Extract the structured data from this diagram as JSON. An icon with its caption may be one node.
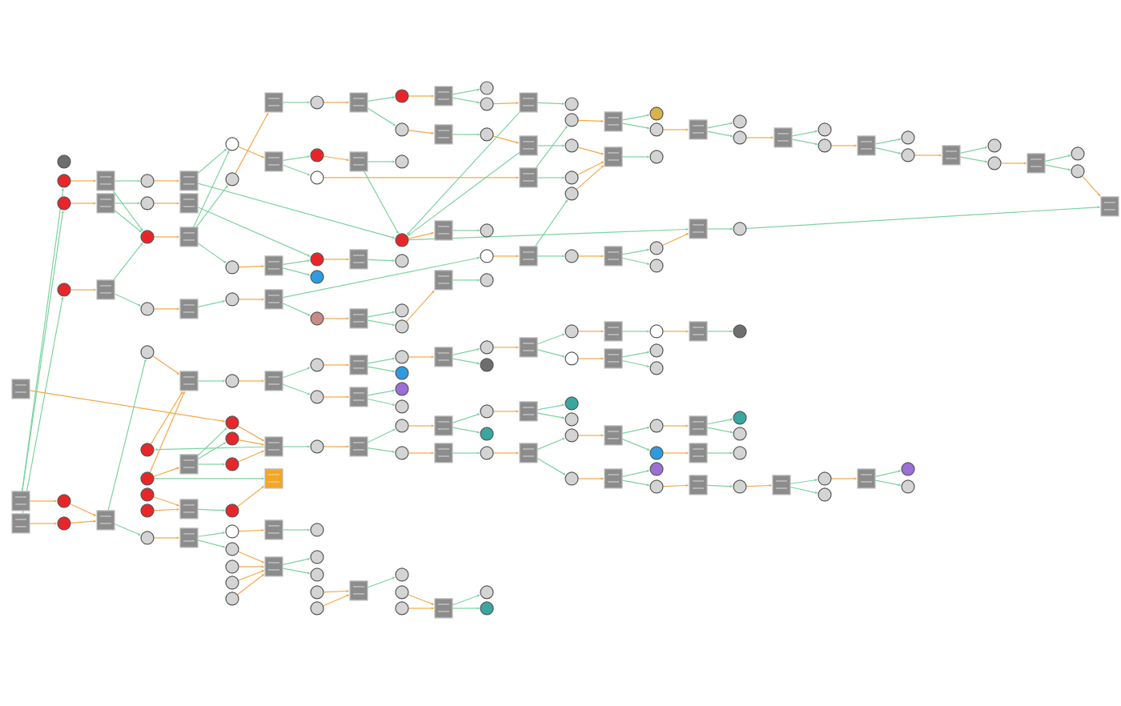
{
  "diagram": {
    "nodes": [
      {
        "text": [],
        "shape": "box"
      },
      {
        "text": [],
        "shape": "box"
      },
      {
        "text": [],
        "shape": "box"
      },
      {
        "text": [],
        "shape": "circle"
      },
      {
        "text": [],
        "shape": "circle"
      },
      {
        "text": [],
        "shape": "circle"
      },
      {
        "text": [],
        "shape": "circle"
      },
      {
        "text": [],
        "shape": "circle"
      },
      {
        "text": [],
        "shape": "circle"
      },
      {
        "text": [],
        "shape": "box"
      },
      {
        "text": [],
        "shape": "box"
      },
      {
        "text": [],
        "shape": "box"
      },
      {
        "text": [],
        "shape": "box"
      },
      {
        "text": [],
        "shape": "circle"
      },
      {
        "text": [],
        "shape": "circle"
      },
      {
        "text": [],
        "shape": "circle"
      },
      {
        "text": [],
        "shape": "circle"
      },
      {
        "text": [],
        "shape": "circle"
      },
      {
        "text": [],
        "shape": "circle"
      },
      {
        "text": [],
        "shape": "circle"
      },
      {
        "text": [],
        "shape": "circle"
      },
      {
        "text": [],
        "shape": "circle"
      },
      {
        "text": [],
        "shape": "circle"
      },
      {
        "text": [],
        "shape": "box"
      },
      {
        "text": [],
        "shape": "box"
      },
      {
        "text": [],
        "shape": "box"
      },
      {
        "text": [],
        "shape": "box"
      },
      {
        "text": [],
        "shape": "box"
      },
      {
        "text": [],
        "shape": "box"
      },
      {
        "text": [],
        "shape": "box"
      },
      {
        "text": [],
        "shape": "box"
      },
      {
        "text": [],
        "shape": "circle"
      },
      {
        "text": [],
        "shape": "circle"
      },
      {
        "text": [],
        "shape": "circle"
      },
      {
        "text": [],
        "shape": "circle"
      },
      {
        "text": [],
        "shape": "circle"
      },
      {
        "text": [],
        "shape": "circle"
      },
      {
        "text": [],
        "shape": "circle"
      },
      {
        "text": [],
        "shape": "circle"
      },
      {
        "text": [],
        "shape": "circle"
      },
      {
        "text": [],
        "shape": "circle"
      },
      {
        "text": [],
        "shape": "circle"
      },
      {
        "text": [],
        "shape": "circle"
      },
      {
        "text": [],
        "shape": "circle"
      },
      {
        "text": [],
        "shape": "circle"
      },
      {
        "text": [],
        "shape": "box"
      },
      {
        "text": [],
        "shape": "box"
      },
      {
        "text": [],
        "shape": "box"
      },
      {
        "text": [],
        "shape": "box"
      },
      {
        "text": [],
        "shape": "box"
      },
      {
        "text": [],
        "shape": "box"
      },
      {
        "text": [],
        "shape": "box"
      },
      {
        "text": [],
        "shape": "box"
      },
      {
        "text": [],
        "shape": "box"
      },
      {
        "text": [],
        "shape": "circle"
      },
      {
        "text": [],
        "shape": "circle"
      },
      {
        "text": [],
        "shape": "circle"
      },
      {
        "text": [],
        "shape": "circle"
      },
      {
        "text": [],
        "shape": "circle"
      },
      {
        "text": [],
        "shape": "circle"
      },
      {
        "text": [],
        "shape": "circle"
      },
      {
        "text": [],
        "shape": "circle"
      },
      {
        "text": [],
        "shape": "circle"
      },
      {
        "text": [],
        "shape": "circle"
      },
      {
        "text": [],
        "shape": "circle"
      },
      {
        "text": [],
        "shape": "circle"
      },
      {
        "text": [],
        "shape": "circle"
      },
      {
        "text": [],
        "shape": "circle"
      },
      {
        "text": [],
        "shape": "box"
      },
      {
        "text": [],
        "shape": "box"
      },
      {
        "text": [],
        "shape": "box"
      },
      {
        "text": [],
        "shape": "box"
      },
      {
        "text": [],
        "shape": "box"
      },
      {
        "text": [],
        "shape": "box"
      },
      {
        "text": [],
        "shape": "box"
      },
      {
        "text": [],
        "shape": "box"
      },
      {
        "text": [],
        "shape": "circle"
      },
      {
        "text": [],
        "shape": "circle"
      },
      {
        "text": [],
        "shape": "circle"
      },
      {
        "text": [],
        "shape": "circle"
      },
      {
        "text": [],
        "shape": "circle"
      },
      {
        "text": [],
        "shape": "circle"
      },
      {
        "text": [],
        "shape": "circle"
      },
      {
        "text": [],
        "shape": "circle"
      },
      {
        "text": [],
        "shape": "circle"
      },
      {
        "text": [],
        "shape": "circle"
      },
      {
        "text": [],
        "shape": "circle"
      },
      {
        "text": [],
        "shape": "circle"
      },
      {
        "text": [],
        "shape": "circle"
      },
      {
        "text": [],
        "shape": "circle"
      },
      {
        "text": [],
        "shape": "circle"
      },
      {
        "text": [],
        "shape": "circle"
      },
      {
        "text": [],
        "shape": "box"
      },
      {
        "text": [],
        "shape": "box"
      },
      {
        "text": [],
        "shape": "box"
      },
      {
        "text": [],
        "shape": "box"
      },
      {
        "text": [],
        "shape": "box"
      },
      {
        "text": [],
        "shape": "box"
      },
      {
        "text": [],
        "shape": "box"
      },
      {
        "text": [],
        "shape": "box"
      },
      {
        "text": [],
        "shape": "circle"
      },
      {
        "text": [],
        "shape": "circle"
      },
      {
        "text": [],
        "shape": "circle"
      },
      {
        "text": [],
        "shape": "circle"
      },
      {
        "text": [],
        "shape": "circle"
      },
      {
        "text": [],
        "shape": "circle"
      },
      {
        "text": [],
        "shape": "circle"
      },
      {
        "text": [],
        "shape": "circle"
      },
      {
        "text": [],
        "shape": "circle"
      },
      {
        "text": [],
        "shape": "circle"
      },
      {
        "text": [],
        "shape": "circle"
      },
      {
        "text": [],
        "shape": "circle"
      },
      {
        "text": [],
        "shape": "circle"
      },
      {
        "text": [],
        "shape": "box"
      },
      {
        "text": [],
        "shape": "box"
      },
      {
        "text": [],
        "shape": "box"
      },
      {
        "text": [],
        "shape": "box"
      },
      {
        "text": [],
        "shape": "box"
      },
      {
        "text": [],
        "shape": "box"
      },
      {
        "text": [],
        "shape": "box"
      },
      {
        "text": [],
        "shape": "circle"
      },
      {
        "text": [],
        "shape": "circle"
      },
      {
        "text": [],
        "shape": "circle"
      },
      {
        "text": [],
        "shape": "circle"
      },
      {
        "text": [],
        "shape": "circle"
      },
      {
        "text": [],
        "shape": "circle"
      },
      {
        "text": [],
        "shape": "circle"
      },
      {
        "text": [],
        "shape": "circle"
      },
      {
        "text": [],
        "shape": "circle"
      },
      {
        "text": [],
        "shape": "circle"
      },
      {
        "text": [],
        "shape": "circle"
      },
      {
        "text": [],
        "shape": "circle"
      },
      {
        "text": [],
        "shape": "box"
      },
      {
        "text": [],
        "shape": "box"
      },
      {
        "text": [],
        "shape": "box"
      },
      {
        "text": [],
        "shape": "box"
      },
      {
        "text": [],
        "shape": "box"
      },
      {
        "text": [],
        "shape": "box"
      },
      {
        "text": [],
        "shape": "box"
      },
      {
        "text": [],
        "shape": "circle"
      },
      {
        "text": [],
        "shape": "circle"
      },
      {
        "text": [],
        "shape": "circle"
      },
      {
        "text": [],
        "shape": "circle"
      },
      {
        "text": [],
        "shape": "circle"
      },
      {
        "text": [],
        "shape": "circle"
      },
      {
        "text": [],
        "shape": "circle"
      },
      {
        "text": [],
        "shape": "circle"
      },
      {
        "text": [],
        "shape": "circle"
      },
      {
        "text": [],
        "shape": "circle"
      },
      {
        "text": [],
        "shape": "circle"
      },
      {
        "text": [],
        "shape": "circle"
      },
      {
        "text": [],
        "shape": "box"
      },
      {
        "text": [],
        "shape": "box"
      },
      {
        "text": [],
        "shape": "box"
      },
      {
        "text": [],
        "shape": "box"
      },
      {
        "text": [],
        "shape": "box"
      },
      {
        "text": [],
        "shape": "box"
      },
      {
        "text": [],
        "shape": "circle"
      },
      {
        "text": [],
        "shape": "circle"
      },
      {
        "text": [],
        "shape": "circle"
      },
      {
        "text": [],
        "shape": "circle"
      },
      {
        "text": [],
        "shape": "circle"
      },
      {
        "text": [],
        "shape": "circle"
      },
      {
        "text": [],
        "shape": "circle"
      },
      {
        "text": [],
        "shape": "circle"
      },
      {
        "text": [],
        "shape": "box"
      },
      {
        "text": [],
        "shape": "box"
      },
      {
        "text": [],
        "shape": "circle"
      },
      {
        "text": [],
        "shape": "circle"
      },
      {
        "text": [],
        "shape": "circle"
      },
      {
        "text": [],
        "shape": "circle"
      },
      {
        "text": [],
        "shape": "box"
      },
      {
        "text": [],
        "shape": "box"
      },
      {
        "text": [],
        "shape": "circle"
      },
      {
        "text": [],
        "shape": "circle"
      },
      {
        "text": [],
        "shape": "circle"
      },
      {
        "text": [],
        "shape": "circle"
      },
      {
        "text": [],
        "shape": "box"
      },
      {
        "text": [],
        "shape": "circle"
      },
      {
        "text": [],
        "shape": "circle"
      },
      {
        "text": [],
        "shape": "box"
      },
      {
        "text": [],
        "shape": "circle"
      },
      {
        "text": [],
        "shape": "circle"
      },
      {
        "text": [],
        "shape": "box"
      }
    ],
    "edges": [
      {
        "from": 1,
        "to": 7,
        "arrow": "to",
        "color": "#f5a742"
      },
      {
        "from": 2,
        "to": 8,
        "arrow": "to",
        "color": "#f5a742"
      },
      {
        "from": 1,
        "to": 4,
        "arrow": "to"
      },
      {
        "from": 1,
        "to": 5,
        "arrow": "to"
      },
      {
        "from": 2,
        "to": 6,
        "arrow": "to"
      },
      {
        "from": 0,
        "to": 36,
        "arrow": "to",
        "color": "#f5a742"
      },
      {
        "from": 4,
        "to": 9,
        "arrow": "to",
        "color": "#f5a742"
      },
      {
        "from": 5,
        "to": 10,
        "arrow": "to",
        "color": "#f5a742"
      },
      {
        "from": 6,
        "to": 11,
        "arrow": "to",
        "color": "#f5a742"
      },
      {
        "from": 7,
        "to": 12,
        "arrow": "to",
        "color": "#f5a742"
      },
      {
        "from": 8,
        "to": 12,
        "arrow": "to",
        "color": "#f5a742"
      },
      {
        "from": 9,
        "to": 13,
        "arrow": "to"
      },
      {
        "from": 9,
        "to": 15,
        "arrow": "to"
      },
      {
        "from": 10,
        "to": 14,
        "arrow": "to"
      },
      {
        "from": 10,
        "to": 15,
        "arrow": "to"
      },
      {
        "from": 11,
        "to": 15,
        "arrow": "to"
      },
      {
        "from": 11,
        "to": 16,
        "arrow": "to"
      },
      {
        "from": 12,
        "to": 17,
        "arrow": "to"
      },
      {
        "from": 12,
        "to": 22,
        "arrow": "to"
      },
      {
        "from": 13,
        "to": 23,
        "arrow": "to",
        "color": "#f5a742"
      },
      {
        "from": 14,
        "to": 24,
        "arrow": "to",
        "color": "#f5a742"
      },
      {
        "from": 15,
        "to": 25,
        "arrow": "to",
        "color": "#f5a742"
      },
      {
        "from": 16,
        "to": 26,
        "arrow": "to",
        "color": "#f5a742"
      },
      {
        "from": 17,
        "to": 27,
        "arrow": "to",
        "color": "#f5a742"
      },
      {
        "from": 22,
        "to": 30,
        "arrow": "to",
        "color": "#f5a742"
      },
      {
        "from": 18,
        "to": 27,
        "arrow": "to",
        "color": "#f5a742"
      },
      {
        "from": 19,
        "to": 27,
        "arrow": "to",
        "color": "#f5a742"
      },
      {
        "from": 19,
        "to": 28,
        "arrow": "to",
        "color": "#f5a742"
      },
      {
        "from": 21,
        "to": 29,
        "arrow": "to",
        "color": "#f5a742"
      },
      {
        "from": 20,
        "to": 29,
        "arrow": "to",
        "color": "#f5a742"
      },
      {
        "from": 50,
        "to": 18,
        "arrow": "to"
      },
      {
        "from": 19,
        "to": 51,
        "arrow": "to"
      },
      {
        "from": 29,
        "to": 39,
        "arrow": "to"
      },
      {
        "from": 39,
        "to": 51,
        "arrow": "to",
        "color": "#f5a742"
      },
      {
        "from": 36,
        "to": 50,
        "arrow": "to",
        "color": "#f5a742"
      },
      {
        "from": 37,
        "to": 50,
        "arrow": "to",
        "color": "#f5a742"
      },
      {
        "from": 38,
        "to": 50,
        "arrow": "to",
        "color": "#f5a742"
      },
      {
        "from": 28,
        "to": 36,
        "arrow": "to"
      },
      {
        "from": 28,
        "to": 37,
        "arrow": "to"
      },
      {
        "from": 28,
        "to": 38,
        "arrow": "to"
      },
      {
        "from": 50,
        "to": 62,
        "arrow": "to"
      },
      {
        "from": 62,
        "to": 74,
        "arrow": "to",
        "color": "#f5a742"
      },
      {
        "from": 30,
        "to": 40,
        "arrow": "to"
      },
      {
        "from": 30,
        "to": 41,
        "arrow": "to"
      },
      {
        "from": 40,
        "to": 52,
        "arrow": "to",
        "color": "#f5a742"
      },
      {
        "from": 52,
        "to": 63,
        "arrow": "to"
      },
      {
        "from": 41,
        "to": 53,
        "arrow": "to",
        "color": "#f5a742"
      },
      {
        "from": 42,
        "to": 53,
        "arrow": "to",
        "color": "#f5a742"
      },
      {
        "from": 43,
        "to": 53,
        "arrow": "to",
        "color": "#f5a742"
      },
      {
        "from": 44,
        "to": 53,
        "arrow": "to",
        "color": "#f5a742"
      },
      {
        "from": 53,
        "to": 64,
        "arrow": "to"
      },
      {
        "from": 53,
        "to": 65,
        "arrow": "to"
      },
      {
        "from": 66,
        "to": 75,
        "arrow": "to",
        "color": "#f5a742"
      },
      {
        "from": 67,
        "to": 75,
        "arrow": "to",
        "color": "#f5a742"
      },
      {
        "from": 75,
        "to": 89,
        "arrow": "to"
      },
      {
        "from": 90,
        "to": 99,
        "arrow": "to",
        "color": "#f5a742"
      },
      {
        "from": 91,
        "to": 99,
        "arrow": "to",
        "color": "#f5a742"
      },
      {
        "from": 99,
        "to": 111,
        "arrow": "to"
      },
      {
        "from": 99,
        "to": 112,
        "arrow": "to"
      },
      {
        "from": 27,
        "to": 35,
        "arrow": "to"
      },
      {
        "from": 35,
        "to": 49,
        "arrow": "to",
        "color": "#f5a742"
      },
      {
        "from": 49,
        "to": 60,
        "arrow": "to"
      },
      {
        "from": 49,
        "to": 61,
        "arrow": "to"
      },
      {
        "from": 60,
        "to": 72,
        "arrow": "to",
        "color": "#f5a742"
      },
      {
        "from": 61,
        "to": 73,
        "arrow": "to",
        "color": "#f5a742"
      },
      {
        "from": 72,
        "to": 83,
        "arrow": "to"
      },
      {
        "from": 72,
        "to": 84,
        "arrow": "to"
      },
      {
        "from": 73,
        "to": 85,
        "arrow": "to"
      },
      {
        "from": 73,
        "to": 86,
        "arrow": "to"
      },
      {
        "from": 83,
        "to": 96,
        "arrow": "to",
        "color": "#f5a742"
      },
      {
        "from": 96,
        "to": 106,
        "arrow": "to"
      },
      {
        "from": 96,
        "to": 107,
        "arrow": "to"
      },
      {
        "from": 106,
        "to": 117,
        "arrow": "to",
        "color": "#f5a742"
      },
      {
        "from": 117,
        "to": 126,
        "arrow": "to"
      },
      {
        "from": 117,
        "to": 127,
        "arrow": "to"
      },
      {
        "from": 126,
        "to": 135,
        "arrow": "to",
        "color": "#f5a742"
      },
      {
        "from": 135,
        "to": 144,
        "arrow": "to"
      },
      {
        "from": 144,
        "to": 153,
        "arrow": "to",
        "color": "#f5a742"
      },
      {
        "from": 153,
        "to": 160,
        "arrow": "to"
      },
      {
        "from": 127,
        "to": 136,
        "arrow": "to",
        "color": "#f5a742"
      },
      {
        "from": 136,
        "to": 145,
        "arrow": "to"
      },
      {
        "from": 136,
        "to": 146,
        "arrow": "to"
      },
      {
        "from": 74,
        "to": 87,
        "arrow": "to"
      },
      {
        "from": 74,
        "to": 88,
        "arrow": "to"
      },
      {
        "from": 87,
        "to": 97,
        "arrow": "to",
        "color": "#f5a742"
      },
      {
        "from": 88,
        "to": 98,
        "arrow": "to",
        "color": "#f5a742"
      },
      {
        "from": 97,
        "to": 108,
        "arrow": "to"
      },
      {
        "from": 97,
        "to": 109,
        "arrow": "to"
      },
      {
        "from": 108,
        "to": 118,
        "arrow": "to",
        "color": "#f5a742"
      },
      {
        "from": 118,
        "to": 128,
        "arrow": "to"
      },
      {
        "from": 118,
        "to": 129,
        "arrow": "to"
      },
      {
        "from": 98,
        "to": 110,
        "arrow": "to"
      },
      {
        "from": 110,
        "to": 119,
        "arrow": "to",
        "color": "#f5a742"
      },
      {
        "from": 119,
        "to": 130,
        "arrow": "to"
      },
      {
        "from": 119,
        "to": 131,
        "arrow": "to"
      },
      {
        "from": 130,
        "to": 137,
        "arrow": "to",
        "color": "#f5a742"
      },
      {
        "from": 137,
        "to": 147,
        "arrow": "to"
      },
      {
        "from": 137,
        "to": 148,
        "arrow": "to"
      },
      {
        "from": 147,
        "to": 154,
        "arrow": "to",
        "color": "#f5a742"
      },
      {
        "from": 154,
        "to": 161,
        "arrow": "to"
      },
      {
        "from": 154,
        "to": 162,
        "arrow": "to"
      },
      {
        "from": 148,
        "to": 155,
        "arrow": "to",
        "color": "#f5a742"
      },
      {
        "from": 155,
        "to": 163,
        "arrow": "to"
      },
      {
        "from": 131,
        "to": 138,
        "arrow": "to",
        "color": "#f5a742"
      },
      {
        "from": 138,
        "to": 149,
        "arrow": "to"
      },
      {
        "from": 138,
        "to": 150,
        "arrow": "to"
      },
      {
        "from": 150,
        "to": 156,
        "arrow": "to",
        "color": "#f5a742"
      },
      {
        "from": 156,
        "to": 164,
        "arrow": "to"
      },
      {
        "from": 164,
        "to": 166,
        "arrow": "to",
        "color": "#f5a742"
      },
      {
        "from": 166,
        "to": 169,
        "arrow": "to"
      },
      {
        "from": 166,
        "to": 170,
        "arrow": "to"
      },
      {
        "from": 169,
        "to": 172,
        "arrow": "to",
        "color": "#f5a742"
      },
      {
        "from": 172,
        "to": 175,
        "arrow": "to"
      },
      {
        "from": 172,
        "to": 176,
        "arrow": "to"
      },
      {
        "from": 23,
        "to": 31,
        "arrow": "to"
      },
      {
        "from": 23,
        "to": 79,
        "arrow": "to"
      },
      {
        "from": 24,
        "to": 57,
        "arrow": "to"
      },
      {
        "from": 25,
        "to": 31,
        "arrow": "to"
      },
      {
        "from": 25,
        "to": 32,
        "arrow": "to"
      },
      {
        "from": 25,
        "to": 33,
        "arrow": "to"
      },
      {
        "from": 31,
        "to": 46,
        "arrow": "to",
        "color": "#f5a742"
      },
      {
        "from": 32,
        "to": 45,
        "arrow": "to",
        "color": "#f5a742"
      },
      {
        "from": 33,
        "to": 47,
        "arrow": "to",
        "color": "#f5a742"
      },
      {
        "from": 26,
        "to": 34,
        "arrow": "to"
      },
      {
        "from": 34,
        "to": 48,
        "arrow": "to",
        "color": "#f5a742"
      },
      {
        "from": 45,
        "to": 54,
        "arrow": "to"
      },
      {
        "from": 54,
        "to": 68,
        "arrow": "to",
        "color": "#f5a742"
      },
      {
        "from": 68,
        "to": 76,
        "arrow": "to"
      },
      {
        "from": 68,
        "to": 77,
        "arrow": "to"
      },
      {
        "from": 76,
        "to": 92,
        "arrow": "to",
        "color": "#f5a742"
      },
      {
        "from": 77,
        "to": 93,
        "arrow": "to",
        "color": "#f5a742"
      },
      {
        "from": 92,
        "to": 100,
        "arrow": "to"
      },
      {
        "from": 92,
        "to": 101,
        "arrow": "to"
      },
      {
        "from": 101,
        "to": 113,
        "arrow": "to",
        "color": "#f5a742"
      },
      {
        "from": 113,
        "to": 120,
        "arrow": "to"
      },
      {
        "from": 93,
        "to": 102,
        "arrow": "to"
      },
      {
        "from": 102,
        "to": 114,
        "arrow": "to",
        "color": "#f5a742"
      },
      {
        "from": 114,
        "to": 122,
        "arrow": "to"
      },
      {
        "from": 122,
        "to": 133,
        "arrow": "to",
        "color": "#f5a742"
      },
      {
        "from": 133,
        "to": 141,
        "arrow": "to"
      },
      {
        "from": 46,
        "to": 55,
        "arrow": "to"
      },
      {
        "from": 46,
        "to": 56,
        "arrow": "to"
      },
      {
        "from": 55,
        "to": 69,
        "arrow": "to",
        "color": "#f5a742"
      },
      {
        "from": 69,
        "to": 78,
        "arrow": "to"
      },
      {
        "from": 56,
        "to": 115,
        "arrow": "to",
        "color": "#f5a742"
      },
      {
        "from": 115,
        "to": 123,
        "arrow": "to"
      },
      {
        "from": 123,
        "to": 133,
        "arrow": "to",
        "color": "#f5a742"
      },
      {
        "from": 124,
        "to": 133,
        "arrow": "to",
        "color": "#f5a742"
      },
      {
        "from": 115,
        "to": 121,
        "arrow": "to"
      },
      {
        "from": 121,
        "to": 132,
        "arrow": "to",
        "color": "#f5a742"
      },
      {
        "from": 132,
        "to": 139,
        "arrow": "to"
      },
      {
        "from": 132,
        "to": 140,
        "arrow": "to"
      },
      {
        "from": 140,
        "to": 151,
        "arrow": "to",
        "color": "#f5a742"
      },
      {
        "from": 151,
        "to": 157,
        "arrow": "to"
      },
      {
        "from": 151,
        "to": 158,
        "arrow": "to"
      },
      {
        "from": 158,
        "to": 165,
        "arrow": "to",
        "color": "#f5a742"
      },
      {
        "from": 165,
        "to": 167,
        "arrow": "to"
      },
      {
        "from": 165,
        "to": 168,
        "arrow": "to"
      },
      {
        "from": 168,
        "to": 171,
        "arrow": "to",
        "color": "#f5a742"
      },
      {
        "from": 171,
        "to": 173,
        "arrow": "to"
      },
      {
        "from": 171,
        "to": 174,
        "arrow": "to"
      },
      {
        "from": 174,
        "to": 177,
        "arrow": "to",
        "color": "#f5a742"
      },
      {
        "from": 177,
        "to": 178,
        "arrow": "to"
      },
      {
        "from": 177,
        "to": 179,
        "arrow": "to"
      },
      {
        "from": 179,
        "to": 180,
        "arrow": "to",
        "color": "#f5a742"
      },
      {
        "from": 180,
        "to": 181,
        "arrow": "to"
      },
      {
        "from": 180,
        "to": 182,
        "arrow": "to"
      },
      {
        "from": 182,
        "to": 183,
        "arrow": "to",
        "color": "#f5a742"
      },
      {
        "from": 113,
        "to": 79,
        "arrow": "to"
      },
      {
        "from": 114,
        "to": 79,
        "arrow": "to"
      },
      {
        "from": 79,
        "to": 94,
        "arrow": "to",
        "color": "#f5a742"
      },
      {
        "from": 94,
        "to": 103,
        "arrow": "to"
      },
      {
        "from": 79,
        "to": 152,
        "arrow": "to"
      },
      {
        "from": 152,
        "to": 159,
        "arrow": "to"
      },
      {
        "from": 159,
        "to": 183,
        "arrow": "to"
      },
      {
        "from": 57,
        "to": 70,
        "arrow": "to",
        "color": "#f5a742"
      },
      {
        "from": 70,
        "to": 80,
        "arrow": "to"
      },
      {
        "from": 47,
        "to": 57,
        "arrow": "to"
      },
      {
        "from": 47,
        "to": 58,
        "arrow": "to"
      },
      {
        "from": 48,
        "to": 59,
        "arrow": "to"
      },
      {
        "from": 48,
        "to": 104,
        "arrow": "to"
      },
      {
        "from": 59,
        "to": 71,
        "arrow": "to",
        "color": "#f5a742"
      },
      {
        "from": 71,
        "to": 81,
        "arrow": "to"
      },
      {
        "from": 71,
        "to": 82,
        "arrow": "to"
      },
      {
        "from": 82,
        "to": 95,
        "arrow": "to",
        "color": "#f5a742"
      },
      {
        "from": 95,
        "to": 105,
        "arrow": "to"
      },
      {
        "from": 104,
        "to": 116,
        "arrow": "to",
        "color": "#f5a742"
      },
      {
        "from": 116,
        "to": 125,
        "arrow": "to"
      },
      {
        "from": 116,
        "to": 124,
        "arrow": "to"
      },
      {
        "from": 125,
        "to": 134,
        "arrow": "to",
        "color": "#f5a742"
      },
      {
        "from": 134,
        "to": 142,
        "arrow": "to"
      },
      {
        "from": 134,
        "to": 143,
        "arrow": "to"
      },
      {
        "from": 142,
        "to": 152,
        "arrow": "to",
        "color": "#f5a742"
      },
      {
        "from": 69,
        "to": 79,
        "arrow": "to"
      }
    ]
  }
}
